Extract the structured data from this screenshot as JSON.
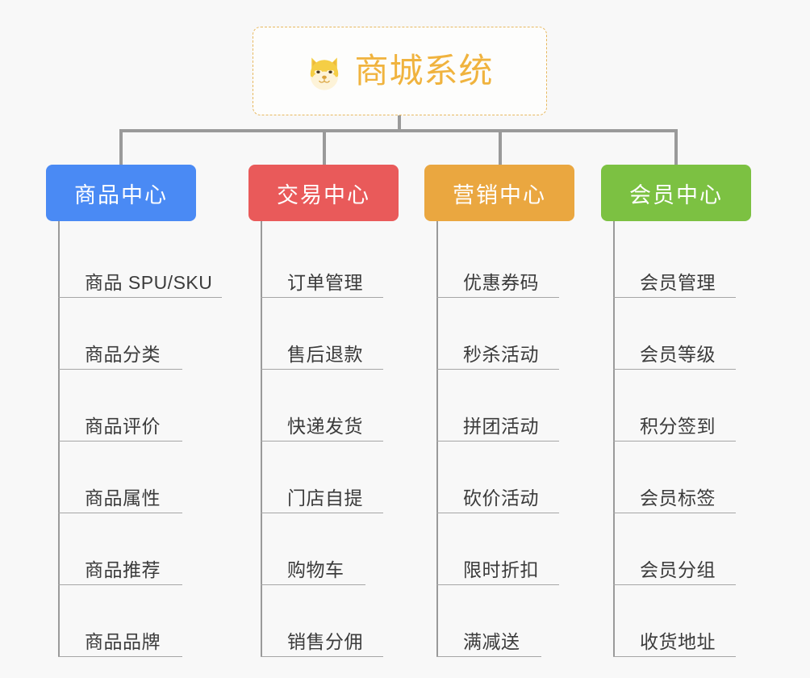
{
  "page": {
    "background_color": "#f8f8f8",
    "line_color": "#9a9a9a"
  },
  "root": {
    "icon": "shiba-dog-face-icon",
    "title": "商城系统",
    "text_color": "#f0b33e",
    "border_color": "#e8b960",
    "border_style": "dashed"
  },
  "categories": [
    {
      "label": "商品中心",
      "color": "#4a8af4",
      "items": [
        "商品 SPU/SKU",
        "商品分类",
        "商品评价",
        "商品属性",
        "商品推荐",
        "商品品牌"
      ]
    },
    {
      "label": "交易中心",
      "color": "#e95a5a",
      "items": [
        "订单管理",
        "售后退款",
        "快递发货",
        "门店自提",
        "购物车",
        "销售分佣"
      ]
    },
    {
      "label": "营销中心",
      "color": "#eaa740",
      "items": [
        "优惠券码",
        "秒杀活动",
        "拼团活动",
        "砍价活动",
        "限时折扣",
        "满减送"
      ]
    },
    {
      "label": "会员中心",
      "color": "#7cc142",
      "items": [
        "会员管理",
        "会员等级",
        "积分签到",
        "会员标签",
        "会员分组",
        "收货地址"
      ]
    }
  ]
}
